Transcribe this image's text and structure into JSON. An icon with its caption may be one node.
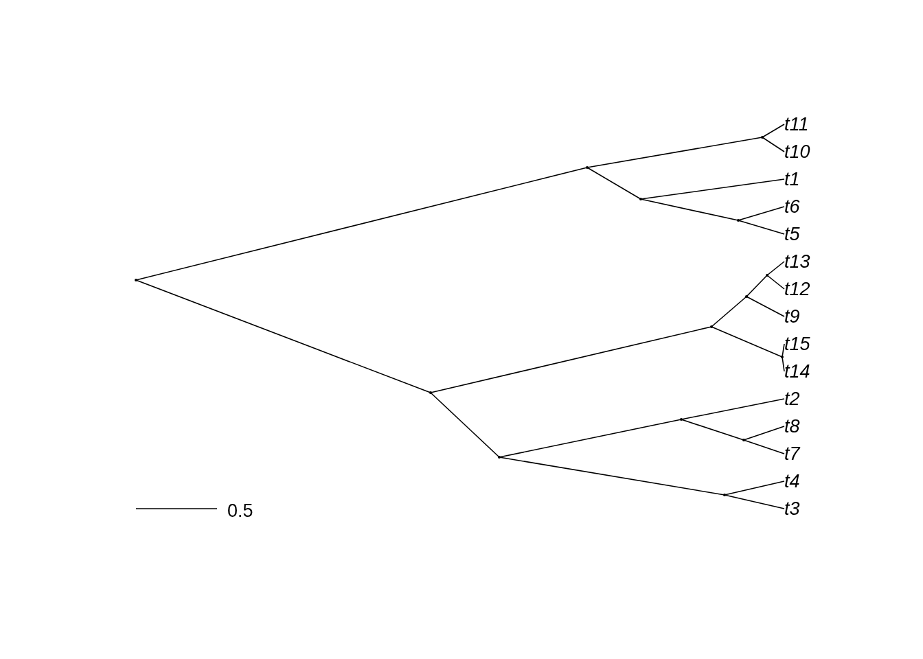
{
  "diagram": {
    "nodes": [
      {
        "text": [
          "t11"
        ]
      },
      {
        "text": [
          "t10"
        ]
      },
      {
        "text": [
          "t1"
        ]
      },
      {
        "text": [
          "t6"
        ]
      },
      {
        "text": [
          "t5"
        ]
      },
      {
        "text": [
          "t13"
        ]
      },
      {
        "text": [
          "t12"
        ]
      },
      {
        "text": [
          "t9"
        ]
      },
      {
        "text": [
          "t15"
        ]
      },
      {
        "text": [
          "t14"
        ]
      },
      {
        "text": [
          "t2"
        ]
      },
      {
        "text": [
          "t8"
        ]
      },
      {
        "text": [
          "t7"
        ]
      },
      {
        "text": [
          "t4"
        ]
      },
      {
        "text": [
          "t3"
        ]
      },
      {
        "text": [],
        "shape": "point"
      },
      {
        "text": [],
        "shape": "point"
      },
      {
        "text": [],
        "shape": "point"
      },
      {
        "text": [],
        "shape": "point"
      },
      {
        "text": [],
        "shape": "point"
      },
      {
        "text": [],
        "shape": "point"
      },
      {
        "text": [],
        "shape": "point"
      },
      {
        "text": [],
        "shape": "point"
      },
      {
        "text": [],
        "shape": "point"
      },
      {
        "text": [],
        "shape": "point"
      },
      {
        "text": [],
        "shape": "point"
      },
      {
        "text": [],
        "shape": "point"
      },
      {
        "text": [],
        "shape": "point"
      },
      {
        "text": [],
        "shape": "point"
      }
    ],
    "edges": [
      {
        "from": 15,
        "to": 16,
        "arrow": "none"
      },
      {
        "from": 15,
        "to": 17,
        "arrow": "none"
      },
      {
        "from": 16,
        "to": 18,
        "arrow": "none"
      },
      {
        "from": 16,
        "to": 19,
        "arrow": "none"
      },
      {
        "from": 18,
        "to": 0,
        "arrow": "none"
      },
      {
        "from": 18,
        "to": 1,
        "arrow": "none"
      },
      {
        "from": 19,
        "to": 2,
        "arrow": "none"
      },
      {
        "from": 19,
        "to": 20,
        "arrow": "none"
      },
      {
        "from": 20,
        "to": 3,
        "arrow": "none"
      },
      {
        "from": 20,
        "to": 4,
        "arrow": "none"
      },
      {
        "from": 17,
        "to": 21,
        "arrow": "none"
      },
      {
        "from": 17,
        "to": 22,
        "arrow": "none"
      },
      {
        "from": 21,
        "to": 23,
        "arrow": "none"
      },
      {
        "from": 21,
        "to": 24,
        "arrow": "none"
      },
      {
        "from": 23,
        "to": 25,
        "arrow": "none"
      },
      {
        "from": 25,
        "to": 5,
        "arrow": "none"
      },
      {
        "from": 25,
        "to": 6,
        "arrow": "none"
      },
      {
        "from": 23,
        "to": 7,
        "arrow": "none"
      },
      {
        "from": 24,
        "to": 8,
        "arrow": "none"
      },
      {
        "from": 24,
        "to": 9,
        "arrow": "none"
      },
      {
        "from": 22,
        "to": 26,
        "arrow": "none"
      },
      {
        "from": 22,
        "to": 27,
        "arrow": "none"
      },
      {
        "from": 26,
        "to": 10,
        "arrow": "none"
      },
      {
        "from": 26,
        "to": 28,
        "arrow": "none"
      },
      {
        "from": 28,
        "to": 11,
        "arrow": "none"
      },
      {
        "from": 28,
        "to": 12,
        "arrow": "none"
      },
      {
        "from": 27,
        "to": 13,
        "arrow": "none"
      },
      {
        "from": 27,
        "to": 14,
        "arrow": "none"
      }
    ],
    "labels": [
      "0.5"
    ]
  }
}
